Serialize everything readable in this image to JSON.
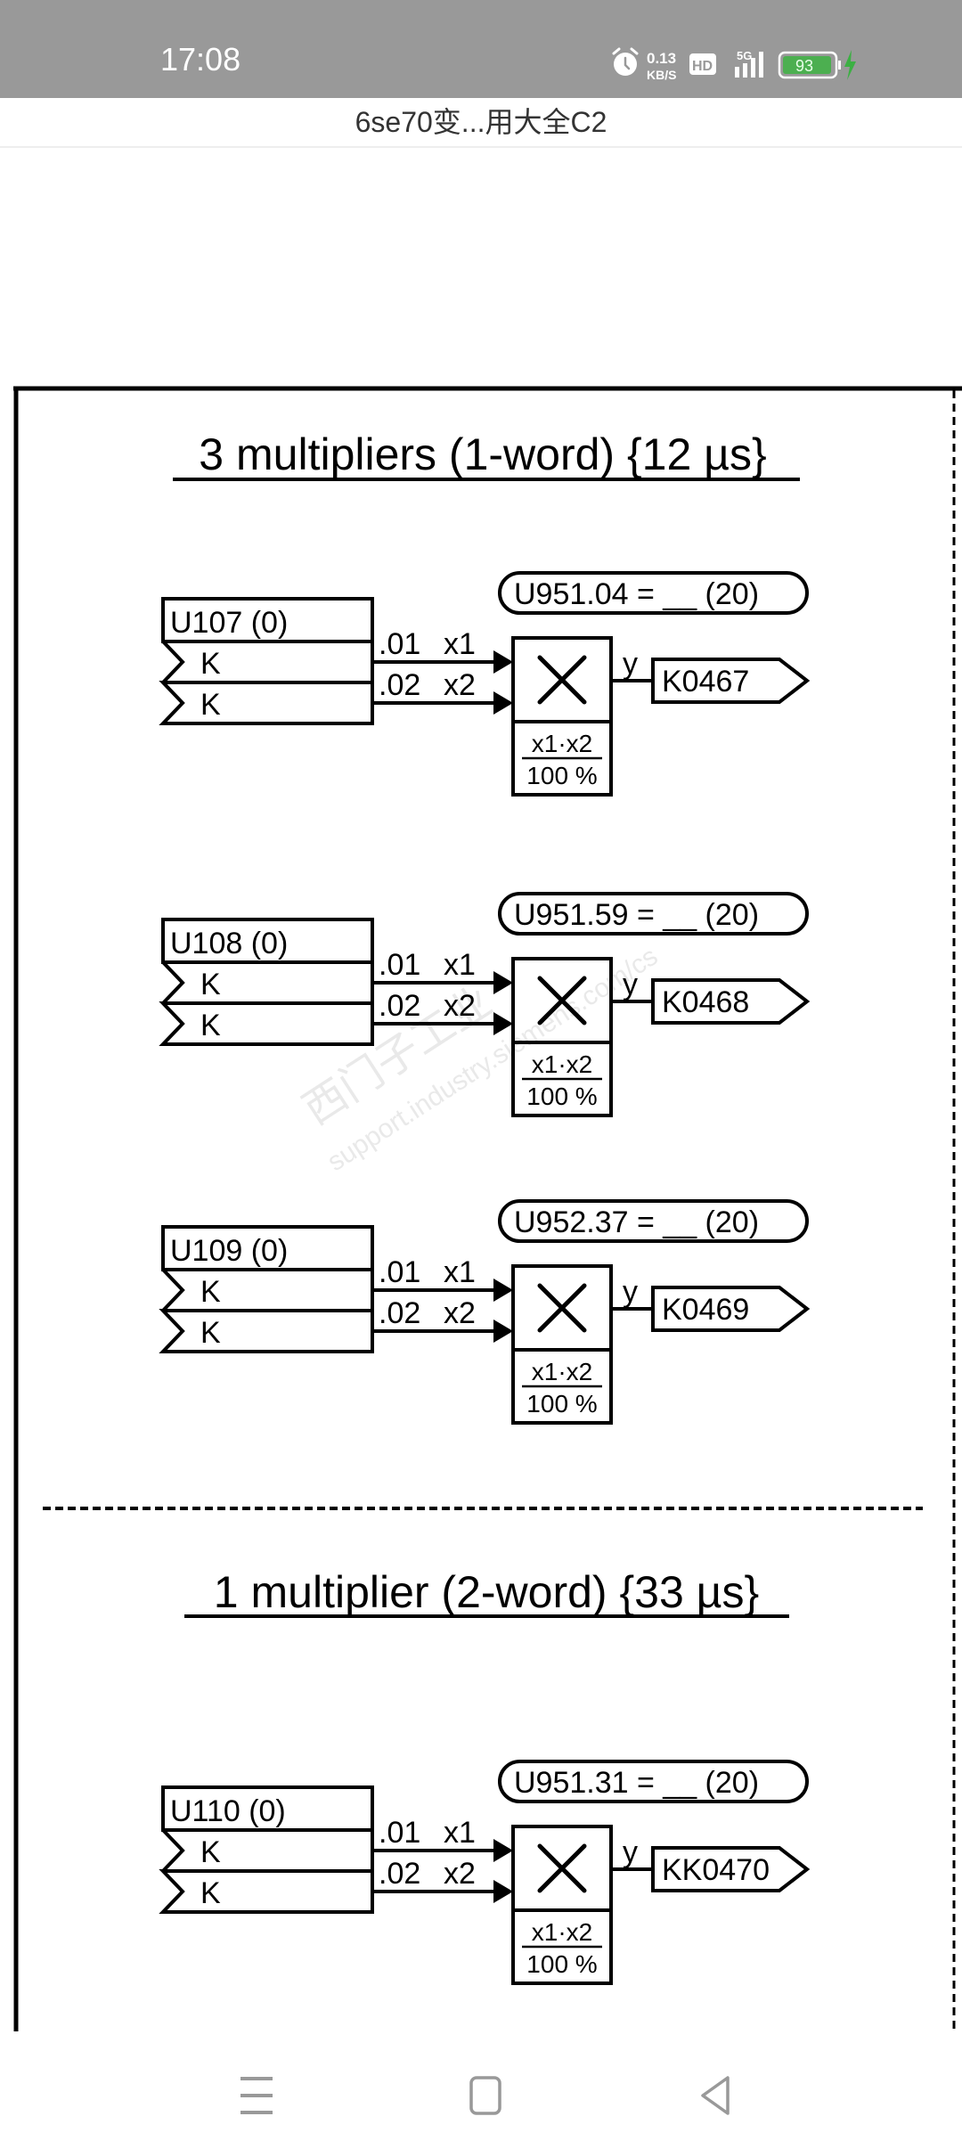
{
  "status_bar": {
    "time": "17:08",
    "net_speed_value": "0.13",
    "net_speed_unit": "KB/S",
    "hd_badge": "HD",
    "network_type": "5G",
    "battery_level": "93",
    "icons": [
      "alarm-icon",
      "hd-icon",
      "signal-icon",
      "battery-icon",
      "charging-icon"
    ],
    "battery_color": "#4caf50",
    "charging_color": "#3cb043"
  },
  "title_bar": {
    "title": "6se70变...用大全C2"
  },
  "diagram": {
    "sections": [
      {
        "title": "3 multipliers (1-word) {12 µs}",
        "blocks": [
          {
            "param": "U107 (0)",
            "inputs": [
              "K",
              "K"
            ],
            "index_labels": [
              ".01",
              ".02"
            ],
            "input_labels": [
              "x1",
              "x2"
            ],
            "symbol": "X",
            "formula_num": "x1·x2",
            "formula_den": "100 %",
            "output_label": "y",
            "output": "K0467",
            "sampling": "U951.04 = __  (20)"
          },
          {
            "param": "U108 (0)",
            "inputs": [
              "K",
              "K"
            ],
            "index_labels": [
              ".01",
              ".02"
            ],
            "input_labels": [
              "x1",
              "x2"
            ],
            "symbol": "X",
            "formula_num": "x1·x2",
            "formula_den": "100 %",
            "output_label": "y",
            "output": "K0468",
            "sampling": "U951.59 = __  (20)"
          },
          {
            "param": "U109 (0)",
            "inputs": [
              "K",
              "K"
            ],
            "index_labels": [
              ".01",
              ".02"
            ],
            "input_labels": [
              "x1",
              "x2"
            ],
            "symbol": "X",
            "formula_num": "x1·x2",
            "formula_den": "100 %",
            "output_label": "y",
            "output": "K0469",
            "sampling": "U952.37 = __  (20)"
          }
        ]
      },
      {
        "title": "1 multiplier (2-word) {33 µs}",
        "blocks": [
          {
            "param": "U110 (0)",
            "inputs": [
              "K",
              "K"
            ],
            "index_labels": [
              ".01",
              ".02"
            ],
            "input_labels": [
              "x1",
              "x2"
            ],
            "symbol": "X",
            "formula_num": "x1·x2",
            "formula_den": "100 %",
            "output_label": "y",
            "output": "KK0470",
            "sampling": "U951.31 = __  (20)"
          }
        ]
      }
    ],
    "watermark": {
      "line1": "西门子工业",
      "line2": "support.industry.siemens.com/cs"
    }
  },
  "nav_bar": {
    "buttons": [
      {
        "name": "recents",
        "icon": "menu-lines-icon"
      },
      {
        "name": "home",
        "icon": "home-square-icon"
      },
      {
        "name": "back",
        "icon": "back-triangle-icon"
      }
    ]
  }
}
